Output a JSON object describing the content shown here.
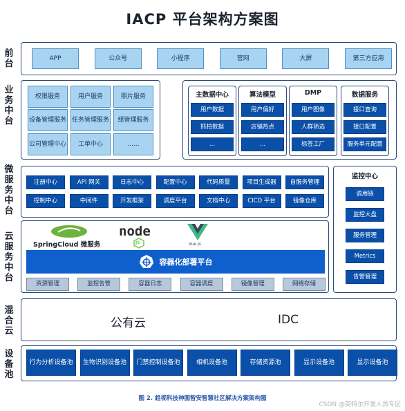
{
  "title": "IACP 平台架构方案图",
  "layers": {
    "front": {
      "label": "前台",
      "items": [
        "APP",
        "公众号",
        "小程序",
        "官网",
        "大屏",
        "第三方应用"
      ]
    },
    "business": {
      "label": "业务中台",
      "left_items": [
        "权限服务",
        "用户服务",
        "照片服务",
        "设备管理服务",
        "任务管理服务",
        "组管理服务",
        "公司管理中心",
        "工单中心",
        "......"
      ],
      "groups": [
        {
          "title": "主数据中心",
          "items": [
            "用户数据",
            "抓拍数据",
            "..."
          ]
        },
        {
          "title": "算法模型",
          "items": [
            "用户偏好",
            "店铺热点",
            "..."
          ]
        },
        {
          "title": "DMP",
          "items": [
            "用户图像",
            "人群筛选",
            "标签工厂"
          ]
        },
        {
          "title": "数据服务",
          "items": [
            "接口查询",
            "接口配置",
            "服务单元配置"
          ]
        }
      ]
    },
    "micro": {
      "label": "微服务中台",
      "items": [
        "注册中心",
        "API 网关",
        "日志中心",
        "配置中心",
        "代码质量",
        "项目生成器",
        "自服务管理",
        "控制中心",
        "中间件",
        "开发框架",
        "调度平台",
        "文档中心",
        "CICD 平台",
        "镜像仓库"
      ]
    },
    "monitor": {
      "title": "监控中心",
      "items": [
        "调用链",
        "监控大盘",
        "服务管理",
        "Metrics",
        "告警管理"
      ]
    },
    "cloud": {
      "label": "云服务中台",
      "logos": {
        "spring": "SpringCloud 微服务",
        "node": "node",
        "node_sub": "JS",
        "vue": "Vue.js"
      },
      "platform": "容器化部署平台",
      "tools": [
        "资源管理",
        "监控告警",
        "容器日志",
        "容器调度",
        "镜像管理",
        "网络存储"
      ]
    },
    "hybrid": {
      "label": "混合云",
      "items": [
        "公有云",
        "IDC"
      ]
    },
    "devices": {
      "label": "设备池",
      "items": [
        "行为分析设备池",
        "生物识别设备池",
        "门禁控制设备池",
        "相机设备池",
        "存储资源池",
        "显示设备池",
        "显示设备池"
      ]
    }
  },
  "caption": "图 2. 趋视科技神图智安智慧社区解决方案架构图",
  "watermark": "CSDN @英特尔开发人员专区",
  "colors": {
    "dark": "#0a4fa8",
    "light": "#a9d4f1",
    "frame": "#2c4a7c",
    "k8s": "#0f5fcd",
    "spring": "#6db33f",
    "vue": "#41b883"
  }
}
